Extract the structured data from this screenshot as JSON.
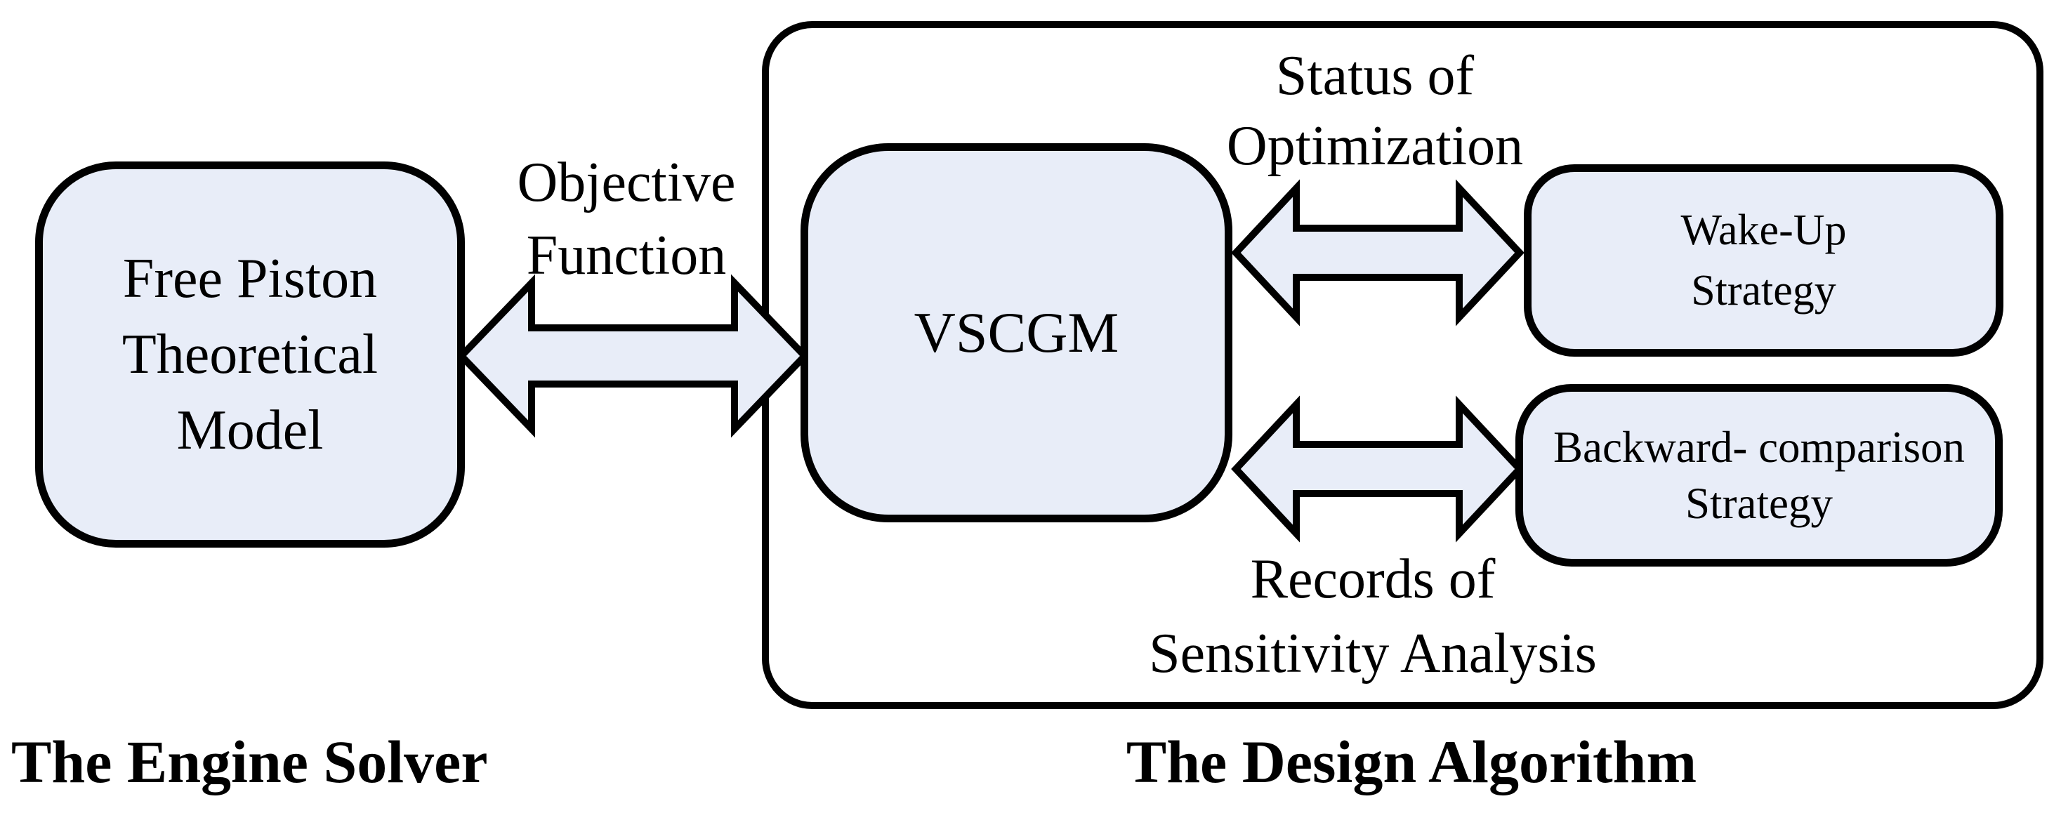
{
  "colors": {
    "node_fill": "#E8EDF8",
    "outline": "#000000",
    "canvas": "#FFFFFF"
  },
  "nodes": {
    "engine_box": {
      "line1": "Free Piston",
      "line2": "Theoretical",
      "line3": "Model"
    },
    "vscgm": {
      "label": "VSCGM"
    },
    "wake_up": {
      "line1": "Wake-Up",
      "line2": "Strategy"
    },
    "backward": {
      "line1": "Backward- comparison",
      "line2": "Strategy"
    }
  },
  "annotations": {
    "objective": {
      "line1": "Objective",
      "line2": "Function"
    },
    "status": {
      "line1": "Status of",
      "line2": "Optimization"
    },
    "records": {
      "line1": "Records of",
      "line2": "Sensitivity Analysis"
    }
  },
  "captions": {
    "engine_solver": "The Engine Solver",
    "design_algorithm": "The Design Algorithm"
  }
}
